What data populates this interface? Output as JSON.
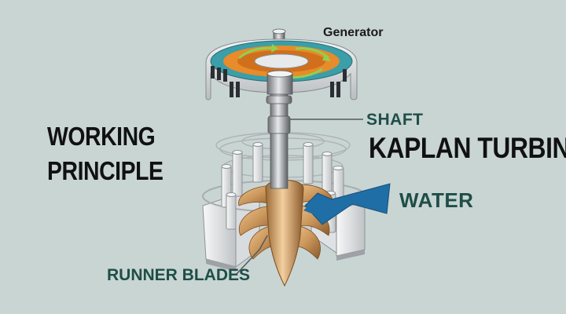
{
  "labels": {
    "generator": "Generator",
    "shaft": "SHAFT",
    "kaplan": "KAPLAN TURBINE",
    "working_line1": "WORKING",
    "working_line2": "PRINCIPLE",
    "water": "WATER",
    "runner": "RUNNER BLADES"
  },
  "colors": {
    "background": "#c9d5d3",
    "label_teal": "#1e4e47",
    "water_arrow": "#1f6ea6",
    "generator_orange": "#e88b2a",
    "generator_teal": "#3b9ea8",
    "runner_bronze": "#c9955a",
    "flow_arrow": "#8fd14f"
  }
}
